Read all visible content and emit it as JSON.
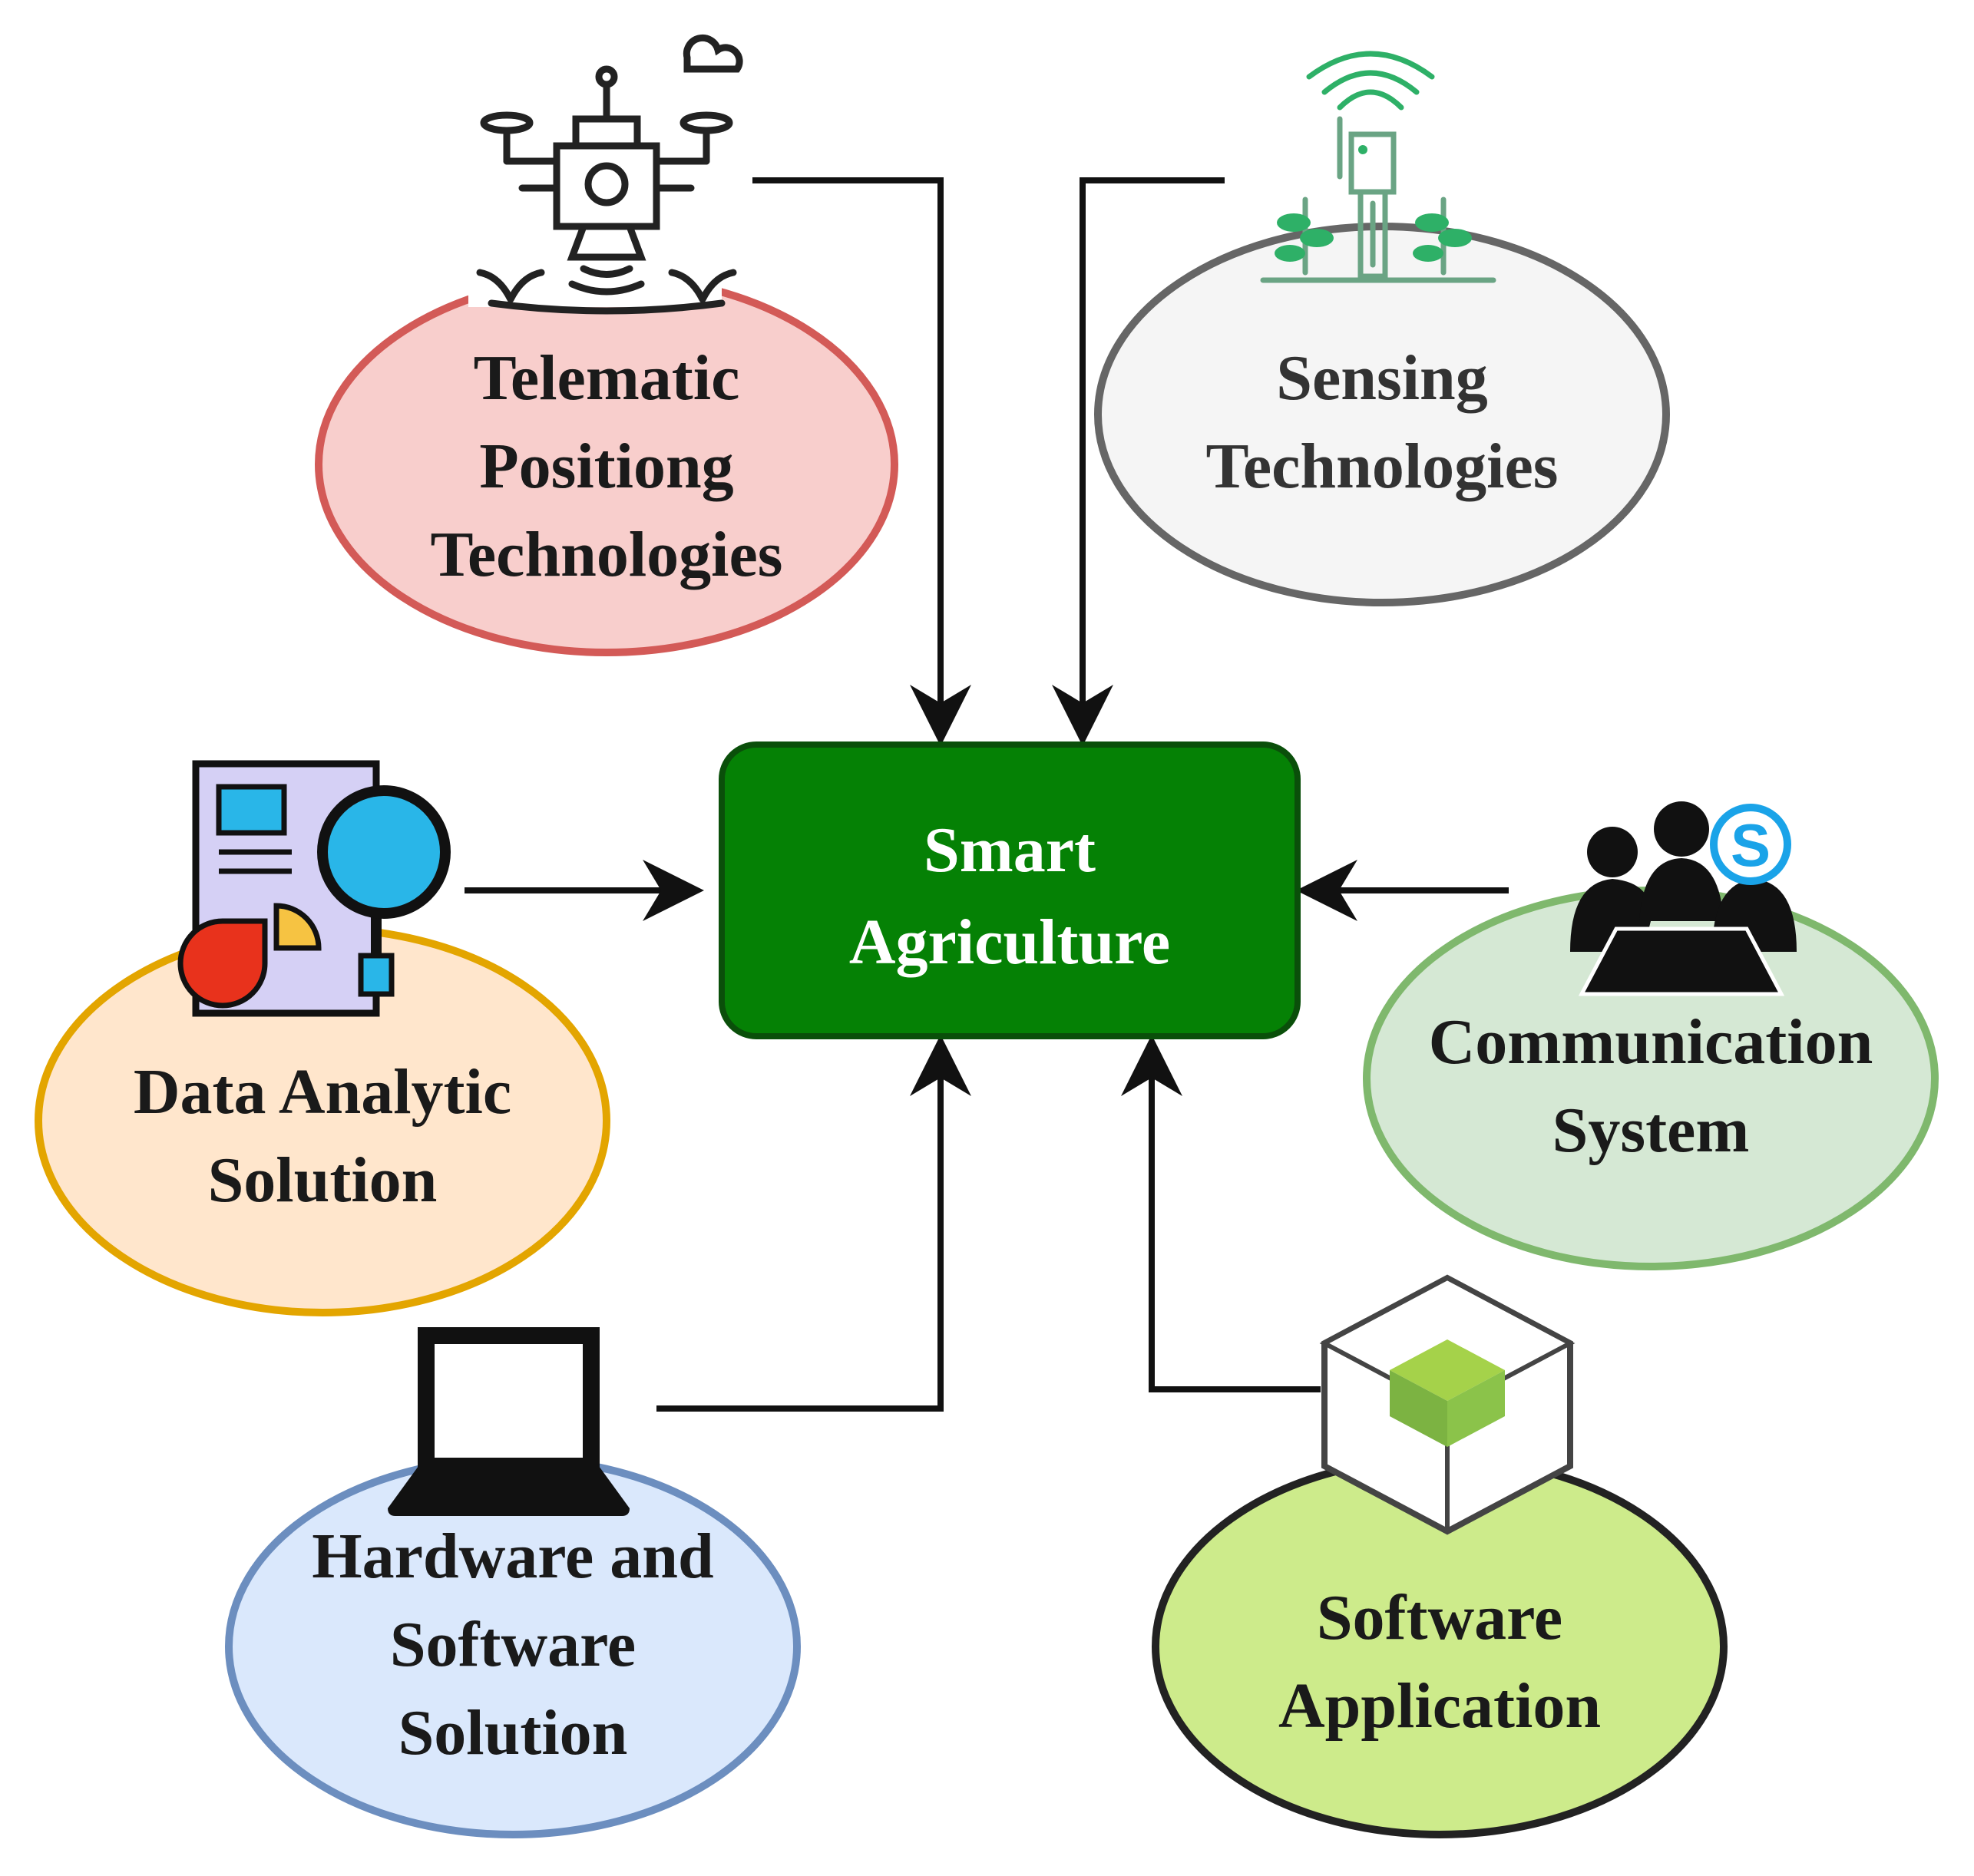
{
  "hub": {
    "line1": "Smart",
    "line2": "Agriculture",
    "fill": "#058105",
    "stroke": "#0a4f0a"
  },
  "nodes": {
    "telematic": {
      "line1": "Telematic",
      "line2": "Positiong",
      "line3": "Technologies",
      "fill": "#f8cecc",
      "stroke": "#d35a57",
      "icon": "drone-icon"
    },
    "sensing": {
      "line1": "Sensing",
      "line2": "Technologies",
      "fill": "#f5f5f5",
      "stroke": "#666666",
      "icon": "field-sensor-icon"
    },
    "data_analytic": {
      "line1": "Data Analytic",
      "line2": "Solution",
      "fill": "#ffe6cc",
      "stroke": "#e3a500",
      "icon": "report-magnifier-icon"
    },
    "communication": {
      "line1": "Communication",
      "line2": "System",
      "fill": "#d5e8d4",
      "stroke": "#7fb86d",
      "icon": "meeting-group-icon"
    },
    "hardware_software": {
      "line1": "Hardware and",
      "line2": "Software",
      "line3": "Solution",
      "fill": "#dae8fc",
      "stroke": "#6c8ebf",
      "icon": "laptop-icon"
    },
    "software_application": {
      "line1": "Software",
      "line2": "Application",
      "fill": "#cdeb8b",
      "stroke": "#222222",
      "icon": "cube-package-icon"
    }
  }
}
